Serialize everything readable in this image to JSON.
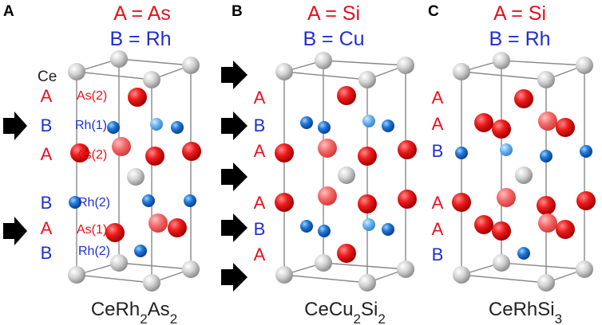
{
  "colors": {
    "a_site": "#e8101c",
    "b_site": "#1f2fd0",
    "ce_atom": "#c8c8c8",
    "b_atom": "#1e78d8",
    "frame": "#888888",
    "arrow": "#000000"
  },
  "panels": [
    {
      "letter": "A",
      "a_label": "A = As",
      "b_label": "B = Rh",
      "top_label": "Ce",
      "layers": [
        "A",
        "B",
        "A",
        "B",
        "A",
        "B"
      ],
      "site_labels": [
        "As(2)",
        "Rh(1)",
        "As(2)",
        "Rh(2)",
        "As(1)",
        "Rh(2)"
      ],
      "formula": {
        "main": "CeRh",
        "sub1": "2",
        "mid": "As",
        "sub2": "2"
      }
    },
    {
      "letter": "B",
      "a_label": "A = Si",
      "b_label": "B = Cu",
      "layers": [
        "A",
        "B",
        "A",
        "A",
        "B",
        "A"
      ],
      "formula": {
        "main": "CeCu",
        "sub1": "2",
        "mid": "Si",
        "sub2": "2"
      }
    },
    {
      "letter": "C",
      "a_label": "A = Si",
      "b_label": "B = Rh",
      "layers": [
        "A",
        "A",
        "B",
        "A",
        "A",
        "B"
      ],
      "formula": {
        "main": "CeRhSi",
        "sub1": "3",
        "mid": "",
        "sub2": ""
      }
    }
  ]
}
